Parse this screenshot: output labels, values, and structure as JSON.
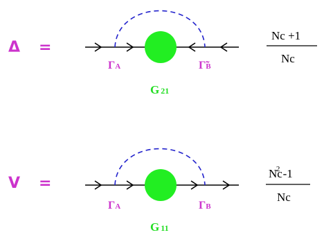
{
  "colors": {
    "label": "#cc33cc",
    "blob": "#22ee22",
    "blob_label": "#22dd22",
    "loop": "#2222cc",
    "line": "#000000"
  },
  "rows": [
    {
      "symbol": "Δ",
      "equals": "=",
      "gamma_left": "Γ",
      "gamma_left_sub": "A",
      "gamma_right": "Γ̃",
      "gamma_right_sub": "B",
      "blob_label": "G",
      "blob_sub": "21",
      "numerator": "Nc +1",
      "numerator_sup": "",
      "numerator_rest": "",
      "denominator": "Nc"
    },
    {
      "symbol": "V",
      "equals": "=",
      "gamma_left": "Γ",
      "gamma_left_sub": "A",
      "gamma_right": "Γ",
      "gamma_right_sub": "B",
      "blob_label": "G",
      "blob_sub": "11",
      "numerator": "Nc",
      "numerator_sup": "2",
      "numerator_rest": " -1",
      "denominator": "Nc"
    }
  ]
}
